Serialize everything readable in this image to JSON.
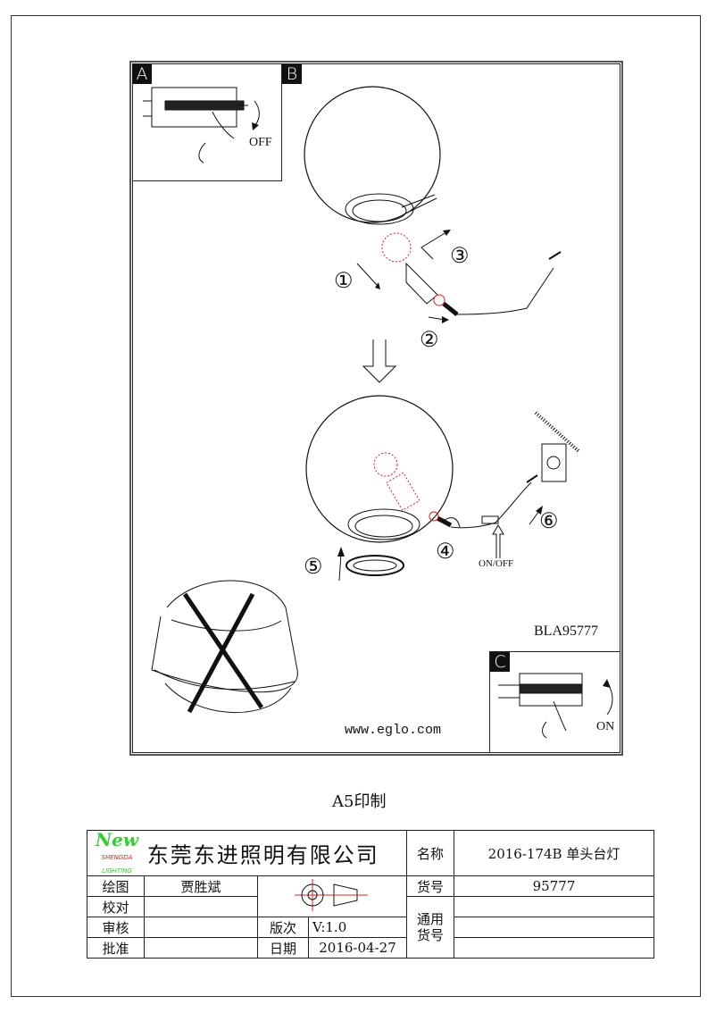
{
  "drawing": {
    "panel_labels": {
      "a": "A",
      "b": "B",
      "c": "C"
    },
    "breaker_off_label": "OFF",
    "breaker_on_label": "ON",
    "steps": [
      "①",
      "②",
      "③",
      "④",
      "⑤",
      "⑥"
    ],
    "switch_label": "ON/OFF",
    "model_code": "BLA95777",
    "website": "www.eglo.com"
  },
  "print_note": "A5印制",
  "title_block": {
    "logo": {
      "top": "New",
      "mid": "SHENGDA",
      "bottom": "LIGHTING"
    },
    "company_name": "东莞东进照明有限公司",
    "name_label": "名称",
    "name_value": "2016-174B 单头台灯",
    "rows": [
      {
        "label": "绘图",
        "value": "贾胜斌"
      },
      {
        "label": "校对",
        "value": ""
      },
      {
        "label": "审核",
        "value": ""
      },
      {
        "label": "批准",
        "value": ""
      }
    ],
    "item_no_label": "货号",
    "item_no_value": "95777",
    "general_item_label": "通用货号",
    "version_label": "版次",
    "version_value": "V:1.0",
    "date_label": "日期",
    "date_value": "2016-04-27"
  },
  "colors": {
    "line": "#111111",
    "hidden_red": "#e02020",
    "logo_green": "#33cc33",
    "logo_red": "#e02020"
  }
}
